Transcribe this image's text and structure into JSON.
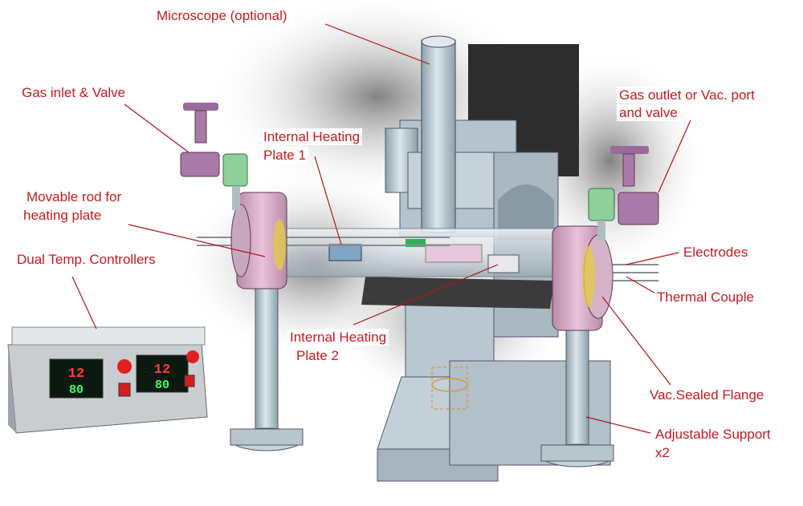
{
  "labels": {
    "microscope": "Microscope (optional)",
    "gas_inlet": "Gas inlet & Valve",
    "gas_outlet_line1": "Gas outlet or Vac. port",
    "gas_outlet_line2": "and valve",
    "heating_plate1_line1": "Internal Heating",
    "heating_plate1_line2": "Plate 1",
    "movable_rod_line1": "Movable rod for",
    "movable_rod_line2": "heating plate",
    "dual_temp": "Dual Temp. Controllers",
    "electrodes": "Electrodes",
    "thermal_couple": "Thermal Couple",
    "heating_plate2_line1": "Internal Heating",
    "heating_plate2_line2": "Plate 2",
    "flange": "Vac.Sealed Flange",
    "support_line1": "Adjustable Support",
    "support_line2": "x2"
  },
  "controller_readouts": {
    "left_pv": "12",
    "left_sv": "80",
    "right_pv": "12",
    "right_sv": "80"
  },
  "colors": {
    "label_text": "#c8191f",
    "leader_line": "#b0141a",
    "body_metal": "#b9c7d0",
    "flange_pink": "#d8a8c4",
    "valve_purple": "#9a6a9a",
    "fitting_green": "#8fcf9a"
  }
}
